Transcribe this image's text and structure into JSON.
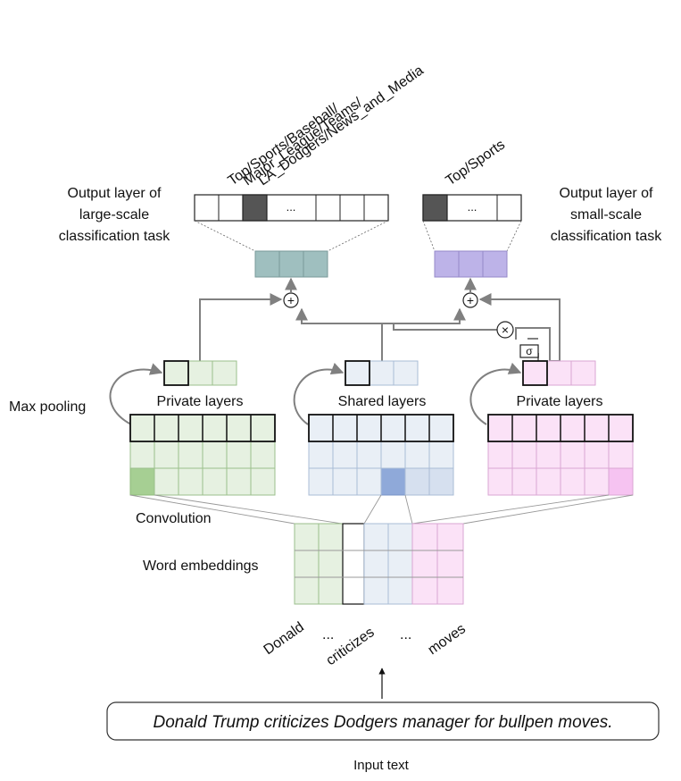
{
  "output_large": {
    "title_lines": [
      "Output layer of",
      "large-scale",
      "classification task"
    ],
    "category_lines": [
      "Top/Sports/Baseball/",
      "Major_League/Teams/",
      "LA_Dodgers/News_and_Media"
    ],
    "ellipsis": "..."
  },
  "output_small": {
    "title_lines": [
      "Output layer of",
      "small-scale",
      "classification task"
    ],
    "category": "Top/Sports",
    "ellipsis": "..."
  },
  "ops": {
    "plus": "+",
    "times": "×",
    "sigma": "σ"
  },
  "layers": {
    "private_left": "Private layers",
    "shared": "Shared layers",
    "private_right": "Private layers",
    "max_pooling": "Max pooling",
    "convolution": "Convolution",
    "word_embeddings": "Word embeddings"
  },
  "words": [
    "Donald",
    "...",
    "criticizes",
    "...",
    "moves"
  ],
  "input": {
    "sentence": "Donald Trump criticizes Dodgers manager for bullpen moves.",
    "label": "Input text"
  },
  "colors": {
    "green_light": "#e6f1e1",
    "green_dark": "#a6cf93",
    "blue_light": "#e9eff6",
    "blue_dark": "#8fa9d9",
    "pink_light": "#fbe2f7",
    "pink_dark": "#f6c3f1",
    "teal": "#9fbfbf",
    "lavender": "#bdb3e8",
    "selected": "#555555",
    "arrow": "#808080"
  }
}
